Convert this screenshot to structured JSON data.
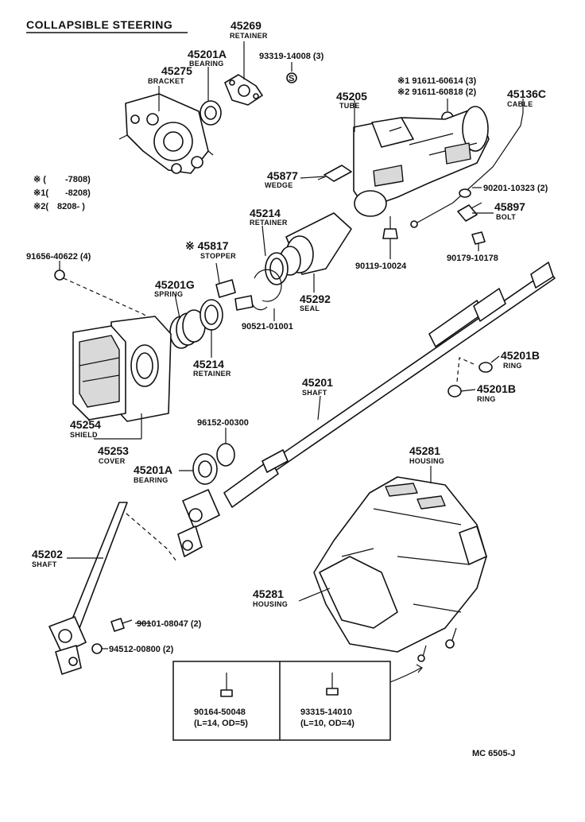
{
  "title": "COLLAPSIBLE STEERING",
  "footer_code": "MC  6505-J",
  "legend": [
    {
      "mark": "※  (",
      "range": "      -7808)"
    },
    {
      "mark": "※1(",
      "range": "      -8208)"
    },
    {
      "mark": "※2(",
      "range": "8208-          )"
    }
  ],
  "parts": {
    "p45269": {
      "num": "45269",
      "label": "RETAINER"
    },
    "p45201A_top": {
      "num": "45201A",
      "label": "BEARING"
    },
    "p45275": {
      "num": "45275",
      "label": "BRACKET"
    },
    "p93319": {
      "pn": "93319-14008 (3)"
    },
    "p91611_a": {
      "pn": "※1 91611-60614 (3)"
    },
    "p91611_b": {
      "pn": "※2 91611-60818 (2)"
    },
    "p45205": {
      "num": "45205",
      "label": "TUBE"
    },
    "p45136C": {
      "num": "45136C",
      "label": "CABLE"
    },
    "p45877": {
      "num": "45877",
      "label": "WEDGE"
    },
    "p90201": {
      "pn": "90201-10323 (2)"
    },
    "p45897": {
      "num": "45897",
      "label": "BOLT"
    },
    "p45214_top": {
      "num": "45214",
      "label": "RETAINER"
    },
    "p45817": {
      "num": "※ 45817",
      "label": "STOPPER"
    },
    "p91656": {
      "pn": "91656-40622 (4)"
    },
    "p90119": {
      "pn": "90119-10024"
    },
    "p90179": {
      "pn": "90179-10178"
    },
    "p45201G": {
      "num": "45201G",
      "label": "SPRING"
    },
    "p45292": {
      "num": "45292",
      "label": "SEAL"
    },
    "p90521": {
      "pn": "90521-01001"
    },
    "p45214_bot": {
      "num": "45214",
      "label": "RETAINER"
    },
    "p45201B_a": {
      "num": "45201B",
      "label": "RING"
    },
    "p45201B_b": {
      "num": "45201B",
      "label": "RING"
    },
    "p45201": {
      "num": "45201",
      "label": "SHAFT"
    },
    "p45254": {
      "num": "45254",
      "label": "SHIELD"
    },
    "p96152": {
      "pn": "96152-00300"
    },
    "p45253": {
      "num": "45253",
      "label": "COVER"
    },
    "p45281_top": {
      "num": "45281",
      "label": "HOUSING"
    },
    "p45201A_bot": {
      "num": "45201A",
      "label": "BEARING"
    },
    "p45202": {
      "num": "45202",
      "label": "SHAFT"
    },
    "p45281_bot": {
      "num": "45281",
      "label": "HOUSING"
    },
    "p90101": {
      "pn": "90101-08047 (2)"
    },
    "p94512": {
      "pn": "94512-00800 (2)"
    }
  },
  "screws_box": [
    {
      "pn": "90164-50048",
      "spec": "(L=14, OD=5)"
    },
    {
      "pn": "93315-14010",
      "spec": "(L=10, OD=4)"
    }
  ]
}
